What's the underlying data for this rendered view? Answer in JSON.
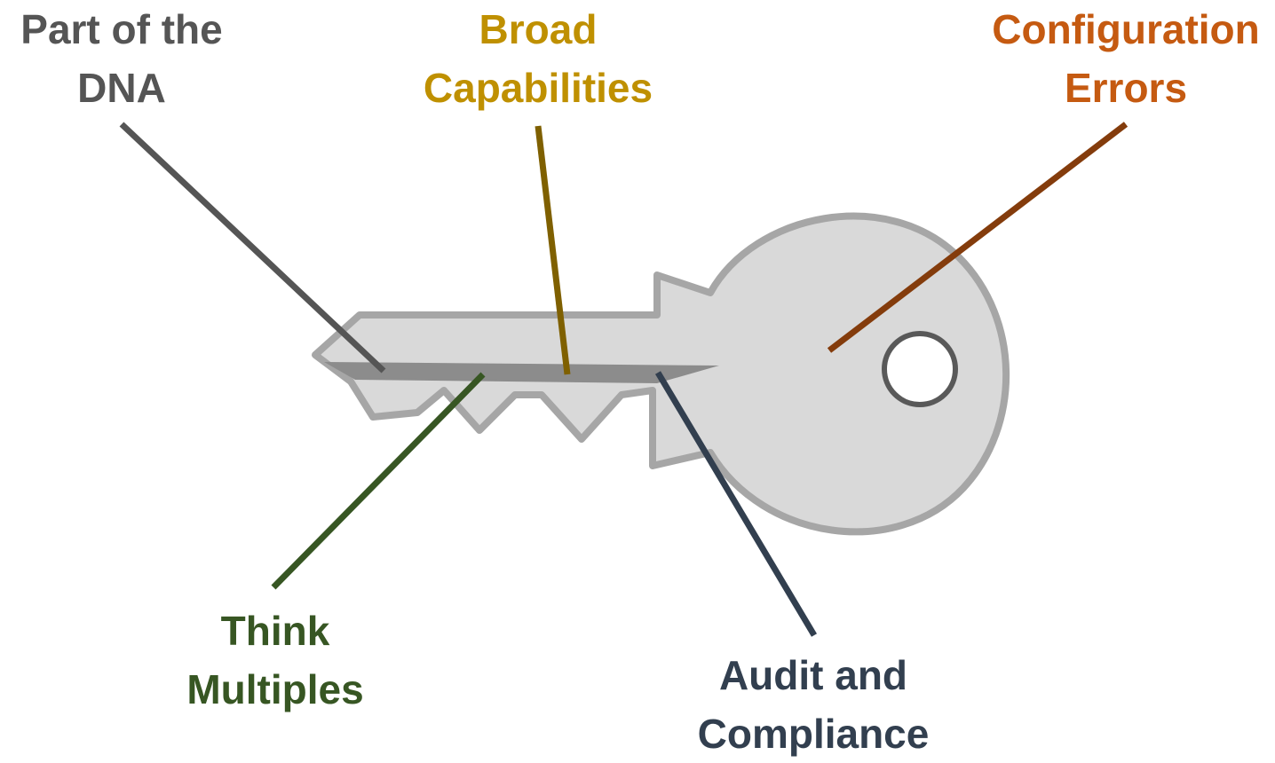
{
  "labels": {
    "dna": {
      "line1": "Part of the",
      "line2": "DNA",
      "color": "#555555"
    },
    "broad": {
      "line1": "Broad",
      "line2": "Capabilities",
      "color": "#bf9000"
    },
    "config": {
      "line1": "Configuration",
      "line2": "Errors",
      "color": "#c55a11"
    },
    "think": {
      "line1": "Think",
      "line2": "Multiples",
      "color": "#375623"
    },
    "audit": {
      "line1": "Audit and",
      "line2": "Compliance",
      "color": "#323f4f"
    }
  },
  "connector_colors": {
    "dna": "#555555",
    "broad": "#7f6000",
    "config": "#843c0c",
    "think": "#375623",
    "audit": "#323f4f"
  },
  "key": {
    "fill": "#d9d9d9",
    "stroke": "#a6a6a6",
    "groove": "#8c8c8c",
    "hole_stroke": "#595959"
  }
}
